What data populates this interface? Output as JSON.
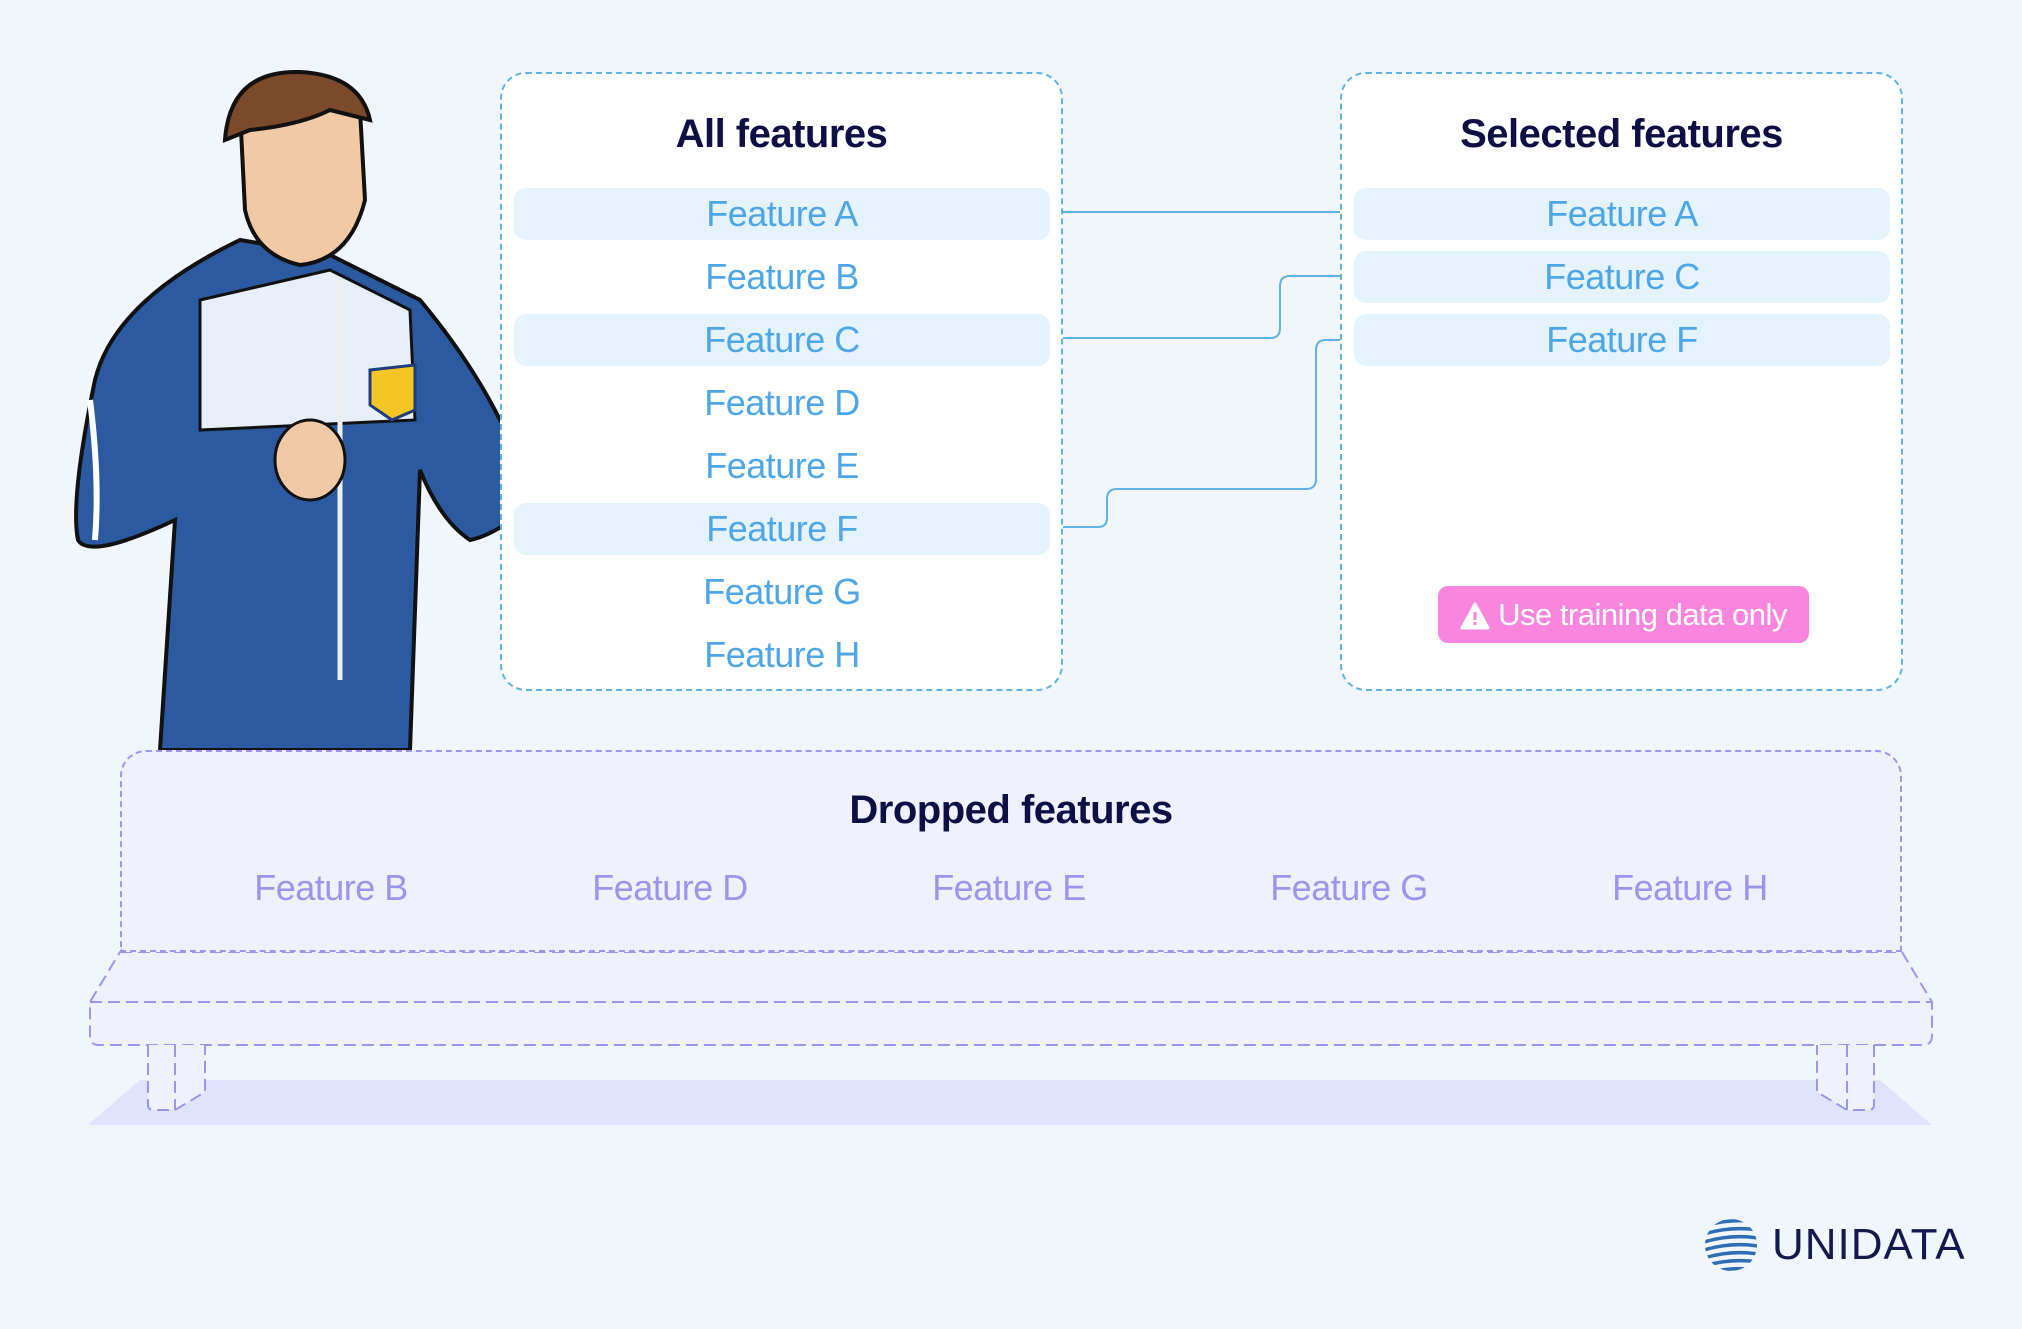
{
  "all_features": {
    "title": "All features",
    "items": [
      {
        "label": "Feature A",
        "selected": true
      },
      {
        "label": "Feature B",
        "selected": false
      },
      {
        "label": "Feature C",
        "selected": true
      },
      {
        "label": "Feature D",
        "selected": false
      },
      {
        "label": "Feature E",
        "selected": false
      },
      {
        "label": "Feature F",
        "selected": true
      },
      {
        "label": "Feature G",
        "selected": false
      },
      {
        "label": "Feature H",
        "selected": false
      }
    ]
  },
  "selected_features": {
    "title": "Selected features",
    "items": [
      "Feature A",
      "Feature C",
      "Feature F"
    ],
    "warning": "Use training data only",
    "warning_icon": "warning-triangle-icon"
  },
  "dropped_features": {
    "title": "Dropped features",
    "items": [
      "Feature B",
      "Feature D",
      "Feature E",
      "Feature G",
      "Feature H"
    ]
  },
  "logo": {
    "text": "UNIDATA"
  },
  "colors": {
    "accent": "#4ea6e6",
    "warning": "#fa85df",
    "dropped": "#9b95ec",
    "title": "#0e0f45"
  }
}
